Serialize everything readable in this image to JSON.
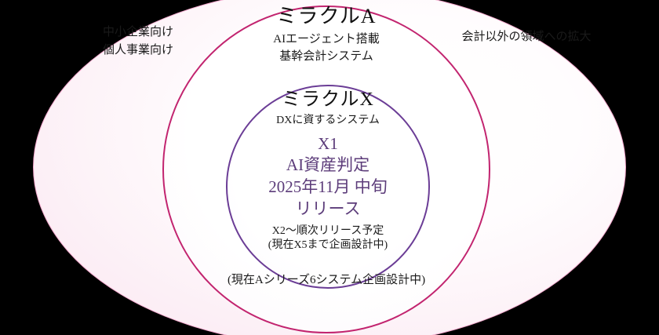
{
  "diagram": {
    "type": "concentric-circles",
    "rings": {
      "outer": {
        "name": "outer-ellipse",
        "border_color": "#f4a8cd",
        "fill_color": "#fdf3f8"
      },
      "middle": {
        "name": "miracle-a-circle",
        "border_color": "#c2246f",
        "fill_color": "#ffffff"
      },
      "inner": {
        "name": "miracle-x-circle",
        "border_color": "#6b3d96",
        "fill_color": "#ffffff"
      }
    },
    "notes": {
      "left_line_1": "中小企業向け",
      "left_line_2": "個人事業向け",
      "right": "会計以外の領域への拡大",
      "bottom": "(現在Aシリーズ6システム企画設計中)"
    },
    "miracle_a": {
      "title": "ミラクルA",
      "sub_line_1": "AIエージェント搭載",
      "sub_line_2": "基幹会計システム"
    },
    "miracle_x": {
      "title": "ミラクルX",
      "sub": "DXに資するシステム",
      "highlight_line_1": "X1",
      "highlight_line_2": "AI資産判定",
      "highlight_line_3": "2025年11月 中旬",
      "highlight_line_4": "リリース",
      "highlight_color": "#5c3c7a",
      "tail_line_1": "X2〜順次リリース予定",
      "tail_line_2": "(現在X5まで企画設計中)"
    }
  }
}
